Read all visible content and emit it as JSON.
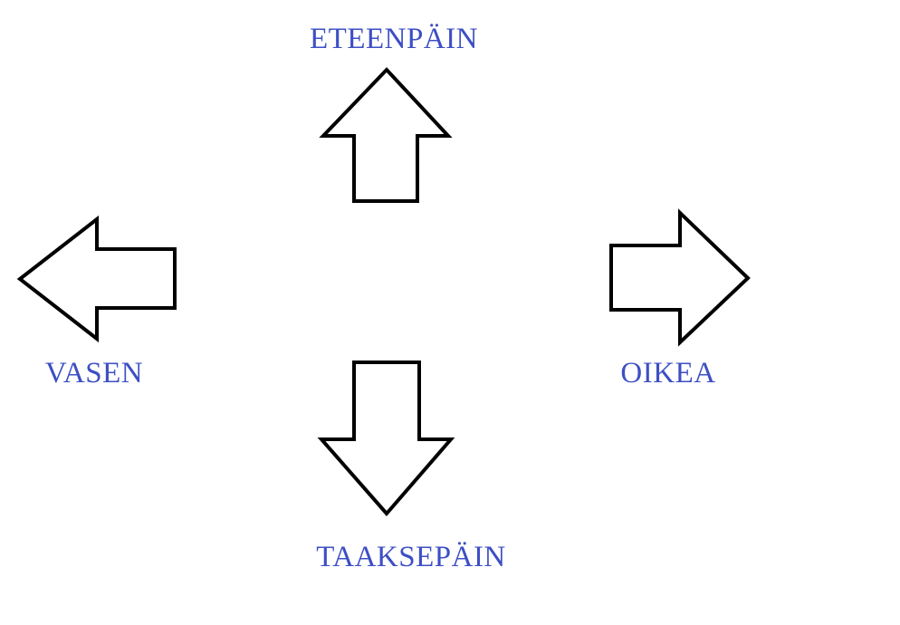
{
  "colors": {
    "label": "#3d4fc4",
    "arrow_stroke": "#000000",
    "background": "#ffffff"
  },
  "directions": {
    "forward": {
      "label": "ETEENPÄIN",
      "icon": "arrow-up-icon"
    },
    "left": {
      "label": "VASEN",
      "icon": "arrow-left-icon"
    },
    "right": {
      "label": "OIKEA",
      "icon": "arrow-right-icon"
    },
    "backward": {
      "label": "TAAKSEPÄIN",
      "icon": "arrow-down-icon"
    }
  }
}
